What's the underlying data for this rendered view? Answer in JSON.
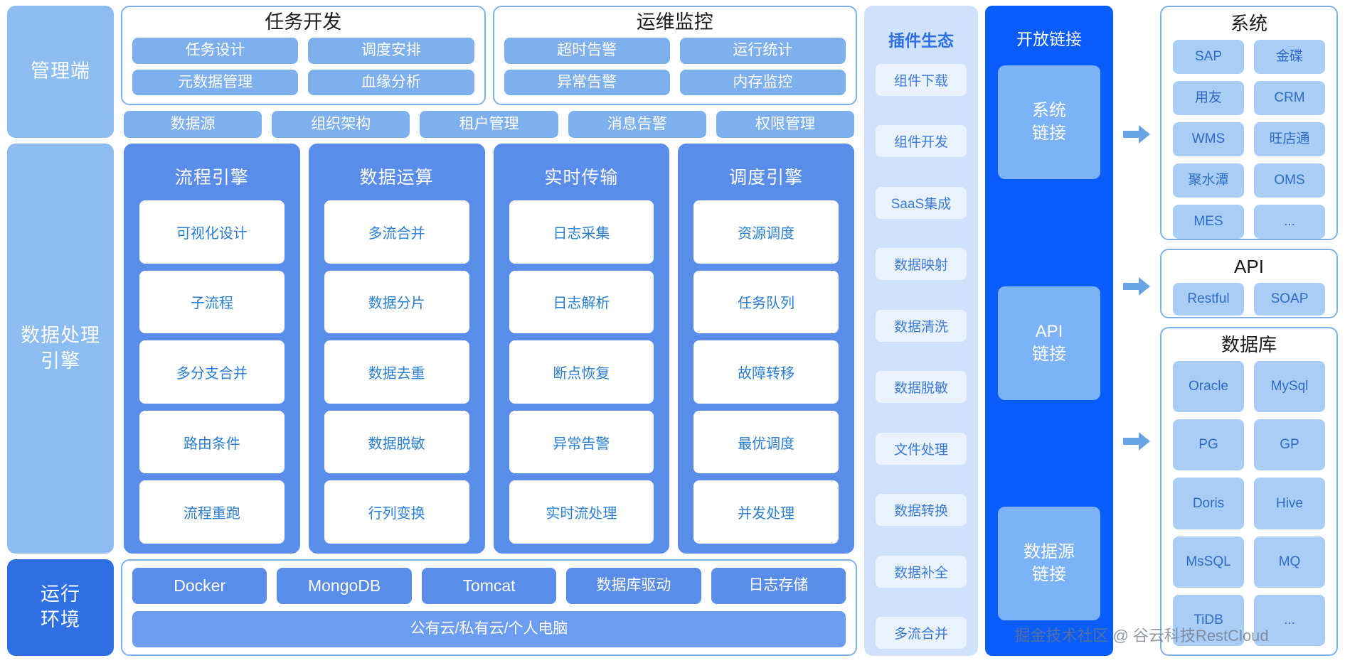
{
  "stages": {
    "admin": "管理端",
    "engine": "数据处理\n引擎",
    "engine_line1": "数据处理",
    "engine_line2": "引擎",
    "runtime_line1": "运行",
    "runtime_line2": "环境"
  },
  "admin": {
    "cards": [
      {
        "title": "任务开发",
        "items": [
          "任务设计",
          "调度安排",
          "元数据管理",
          "血缘分析"
        ]
      },
      {
        "title": "运维监控",
        "items": [
          "超时告警",
          "运行统计",
          "异常告警",
          "内存监控"
        ]
      }
    ],
    "row": [
      "数据源",
      "组织架构",
      "租户管理",
      "消息告警",
      "权限管理"
    ]
  },
  "engines": [
    {
      "title": "流程引擎",
      "items": [
        "可视化设计",
        "子流程",
        "多分支合并",
        "路由条件",
        "流程重跑"
      ]
    },
    {
      "title": "数据运算",
      "items": [
        "多流合并",
        "数据分片",
        "数据去重",
        "数据脱敏",
        "行列变换"
      ]
    },
    {
      "title": "实时传输",
      "items": [
        "日志采集",
        "日志解析",
        "断点恢复",
        "异常告警",
        "实时流处理"
      ]
    },
    {
      "title": "调度引擎",
      "items": [
        "资源调度",
        "任务队列",
        "故障转移",
        "最优调度",
        "并发处理"
      ]
    }
  ],
  "runtime": {
    "row1": [
      "Docker",
      "MongoDB",
      "Tomcat",
      "数据库驱动",
      "日志存储"
    ],
    "row2": "公有云/私有云/个人电脑"
  },
  "plugins": {
    "title": "插件生态",
    "items": [
      "组件下载",
      "组件开发",
      "SaaS集成",
      "数据映射",
      "数据清洗",
      "数据脱敏",
      "文件处理",
      "数据转换",
      "数据补全",
      "多流合并"
    ]
  },
  "openlink": {
    "title": "开放链接",
    "items": [
      {
        "line1": "系统",
        "line2": "链接"
      },
      {
        "line1": "API",
        "line2": "链接"
      },
      {
        "line1": "数据源",
        "line2": "链接"
      }
    ]
  },
  "right_panels": [
    {
      "title": "系统",
      "items": [
        "SAP",
        "金碟",
        "用友",
        "CRM",
        "WMS",
        "旺店通",
        "聚水潭",
        "OMS",
        "MES",
        "..."
      ]
    },
    {
      "title": "API",
      "items": [
        "Restful",
        "SOAP"
      ]
    },
    {
      "title": "数据库",
      "items": [
        "Oracle",
        "MySql",
        "PG",
        "GP",
        "Doris",
        "Hive",
        "MsSQL",
        "MQ",
        "TiDB",
        "..."
      ]
    }
  ],
  "watermark": {
    "left": "掘金技术社区",
    "right": "@ 谷云科技RestCloud"
  },
  "colors": {
    "light_blue": "#8cbcf0",
    "pill_blue": "#7fb0ee",
    "engine_blue": "#5a8dea",
    "deep_blue": "#2f6fe4",
    "open_blue": "#0a5cfb",
    "plugin_bg": "#cfe1fb",
    "chip_blue": "#a9cdf5",
    "text_blue": "#2a7fd4"
  }
}
